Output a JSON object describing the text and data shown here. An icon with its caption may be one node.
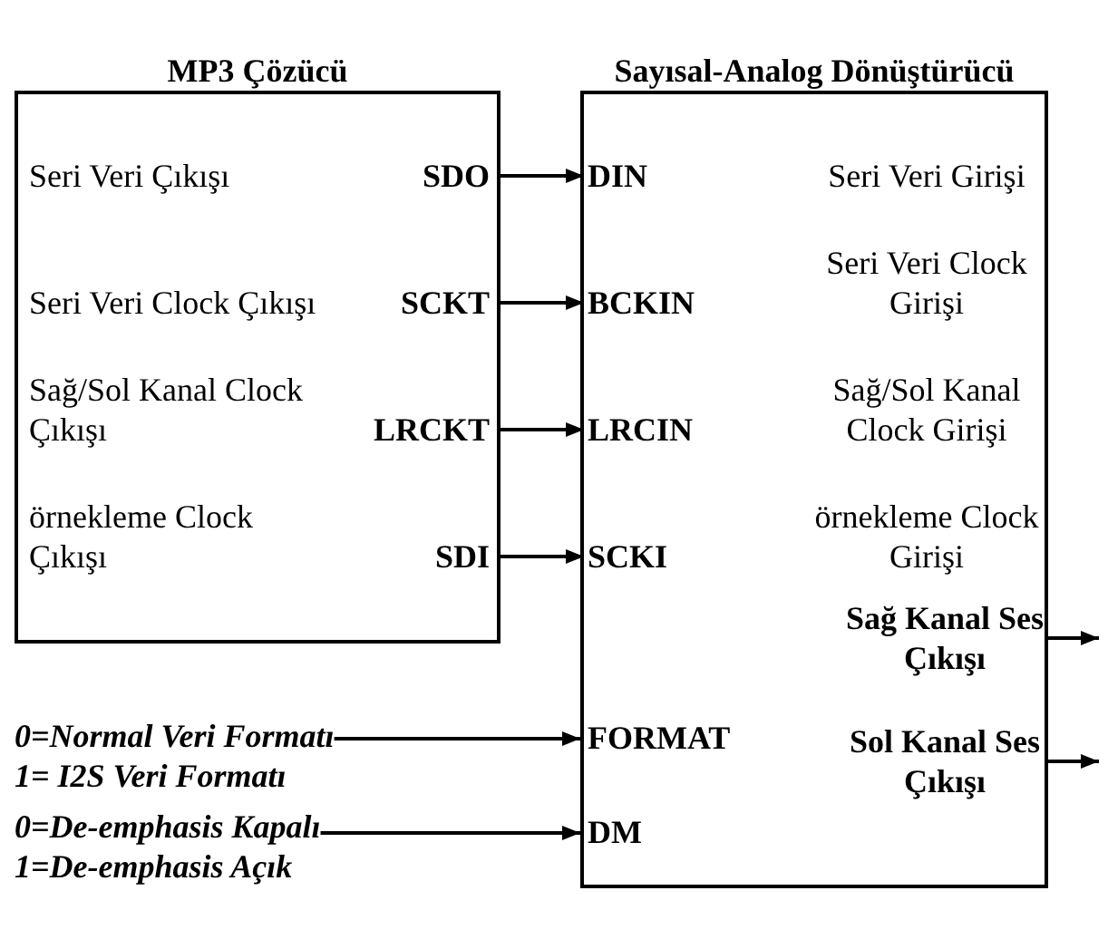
{
  "diagram": {
    "nodes": [
      {
        "text": [
          "MP3 Çözücü"
        ]
      },
      {
        "text": [
          "SDO"
        ],
        "in": 0,
        "beside": [
          "Seri Veri Çıkışı"
        ]
      },
      {
        "text": [
          "SCKT"
        ],
        "in": 0,
        "beside": [
          "Seri Veri Clock Çıkışı"
        ]
      },
      {
        "text": [
          "LRCKT"
        ],
        "in": 0,
        "beside": [
          "Sağ/Sol Kanal Clock Çıkışı"
        ]
      },
      {
        "text": [
          "SDI"
        ],
        "in": 0,
        "beside": [
          "örnekleme Clock Çıkışı"
        ]
      },
      {
        "text": [
          "Sayısal-Analog Dönüştürücü"
        ]
      },
      {
        "text": [
          "DIN"
        ],
        "in": 5,
        "beside": [
          "Seri Veri Girişi"
        ]
      },
      {
        "text": [
          "BCKIN"
        ],
        "in": 5,
        "beside": [
          "Seri Veri Clock Girişi"
        ]
      },
      {
        "text": [
          "LRCIN"
        ],
        "in": 5,
        "beside": [
          "Sağ/Sol Kanal Clock Girişi"
        ]
      },
      {
        "text": [
          "SCKI"
        ],
        "in": 5,
        "beside": [
          "örnekleme Clock Girişi"
        ]
      },
      {
        "text": [
          "Sağ Kanal Ses Çıkışı"
        ],
        "in": 5
      },
      {
        "text": [
          "FORMAT"
        ],
        "in": 5
      },
      {
        "text": [
          "Sol Kanal Ses Çıkışı"
        ],
        "in": 5
      },
      {
        "text": [
          "DM"
        ],
        "in": 5
      },
      {
        "text": [
          "0=Normal Veri Formatı",
          "1= I2S Veri Formatı"
        ]
      },
      {
        "text": [
          "0=De-emphasis Kapalı",
          "1=De-emphasis Açık"
        ]
      }
    ],
    "edges": [
      {
        "from": 1,
        "to": 6,
        "arrow": "to"
      },
      {
        "from": 2,
        "to": 7,
        "arrow": "to"
      },
      {
        "from": 3,
        "to": 8,
        "arrow": "to"
      },
      {
        "from": 4,
        "to": 9,
        "arrow": "to"
      },
      {
        "from": 10,
        "to": null,
        "arrow": "to"
      },
      {
        "from": 12,
        "to": null,
        "arrow": "to"
      },
      {
        "from": 14,
        "to": 11,
        "arrow": "to"
      },
      {
        "from": 15,
        "to": 13,
        "arrow": "to"
      }
    ]
  }
}
